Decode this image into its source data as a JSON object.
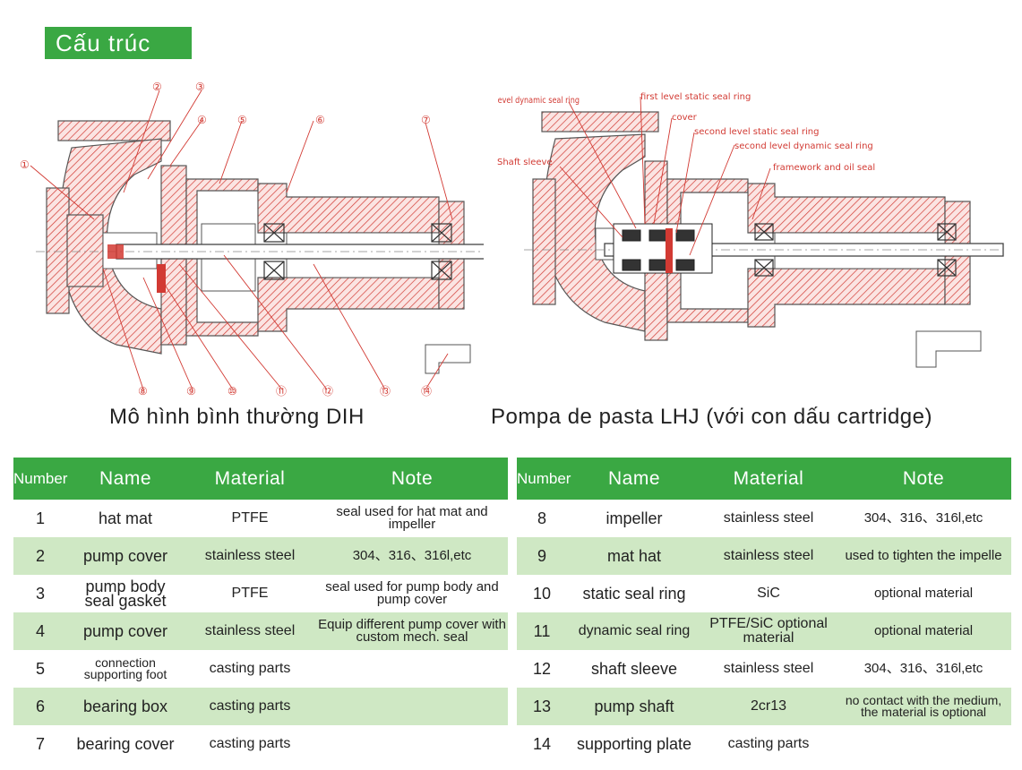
{
  "section_title": "Cấu trúc",
  "left_diagram": {
    "caption": "Mô hình bình thường DIH",
    "callouts": [
      "①",
      "②",
      "③",
      "④",
      "⑤",
      "⑥",
      "⑦",
      "⑧",
      "⑨",
      "⑩",
      "⑪",
      "⑫",
      "⑬",
      "⑭"
    ]
  },
  "right_diagram": {
    "caption": "Pompa de pasta LHJ (với con dấu cartridge)",
    "labels": {
      "first_dynamic": "first level dynamic seal ring",
      "first_static": "first level static seal ring",
      "cover": "cover",
      "second_static": "second level static seal ring",
      "second_dynamic": "second level dynamic seal ring",
      "shaft_sleeve": "Shaft sleeve",
      "framework": "framework and oil seal"
    }
  },
  "table_headers": {
    "number": "Number",
    "name": "Name",
    "material": "Material",
    "note": "Note"
  },
  "left_table": [
    {
      "number": "1",
      "name": "hat mat",
      "material": "PTFE",
      "note": "seal used for hat mat and impeller"
    },
    {
      "number": "2",
      "name": "pump cover",
      "material": "stainless steel",
      "note": "304、316、316l,etc"
    },
    {
      "number": "3",
      "name": "pump body seal gasket",
      "material": "PTFE",
      "note": "seal used for pump body and pump cover"
    },
    {
      "number": "4",
      "name": "pump cover",
      "material": "stainless steel",
      "note": "Equip different pump cover with custom mech. seal"
    },
    {
      "number": "5",
      "name": "connection supporting foot",
      "material": "casting parts",
      "note": ""
    },
    {
      "number": "6",
      "name": "bearing box",
      "material": "casting parts",
      "note": ""
    },
    {
      "number": "7",
      "name": "bearing cover",
      "material": "casting parts",
      "note": ""
    }
  ],
  "right_table": [
    {
      "number": "8",
      "name": "impeller",
      "material": "stainless steel",
      "note": "304、316、316l,etc"
    },
    {
      "number": "9",
      "name": "mat hat",
      "material": "stainless steel",
      "note": "used to tighten the impelle"
    },
    {
      "number": "10",
      "name": "static seal ring",
      "material": "SiC",
      "note": "optional material"
    },
    {
      "number": "11",
      "name": "dynamic seal ring",
      "material": "PTFE/SiC optional material",
      "note": "optional material"
    },
    {
      "number": "12",
      "name": "shaft sleeve",
      "material": "stainless steel",
      "note": "304、316、316l,etc"
    },
    {
      "number": "13",
      "name": "pump shaft",
      "material": "2cr13",
      "note": "no contact with the medium, the material is optional"
    },
    {
      "number": "14",
      "name": "supporting plate",
      "material": "casting parts",
      "note": ""
    }
  ],
  "colors": {
    "green": "#3aa843",
    "light_green": "#cfe8c4",
    "line_red": "#d23a33"
  }
}
